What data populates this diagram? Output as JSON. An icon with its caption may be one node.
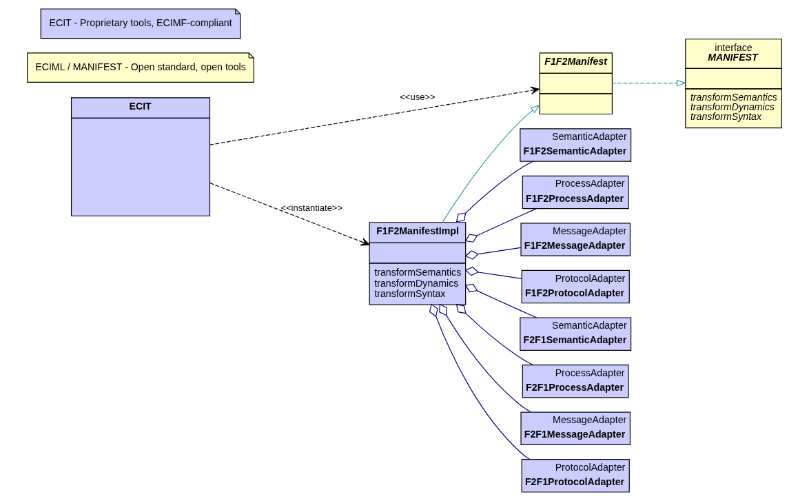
{
  "diagram": {
    "nodes": [
      {
        "text": [
          "ECIT"
        ]
      },
      {
        "text": [
          "F1F2Manifest"
        ]
      },
      {
        "text": [
          "interface",
          "MANIFEST",
          "transformSemantics",
          "transformDynamics",
          "transformSyntax"
        ]
      },
      {
        "text": [
          "F1F2ManifestImpl",
          "transformSemantics",
          "transformDynamics",
          "transformSyntax"
        ]
      },
      {
        "text": [
          "ECIML / MANIFEST - Open standard, open tools"
        ]
      },
      {
        "text": [
          "ECIT - Proprietary tools, ECIMF-compliant"
        ]
      },
      {
        "text": [
          "SemanticAdapter",
          "F1F2SemanticAdapter"
        ]
      },
      {
        "text": [
          "ProcessAdapter",
          "F1F2ProcessAdapter"
        ]
      },
      {
        "text": [
          "MessageAdapter",
          "F1F2MessageAdapter"
        ]
      },
      {
        "text": [
          "ProtocolAdapter",
          "F1F2ProtocolAdapter"
        ]
      },
      {
        "text": [
          "SemanticAdapter",
          "F2F1SemanticAdapter"
        ]
      },
      {
        "text": [
          "ProcessAdapter",
          "F2F1ProcessAdapter"
        ]
      },
      {
        "text": [
          "MessageAdapter",
          "F2F1MessageAdapter"
        ]
      },
      {
        "text": [
          "ProtocolAdapter",
          "F2F1ProtocolAdapter"
        ]
      }
    ],
    "edges": [
      {
        "from": 0,
        "to": 1,
        "arrow": "to",
        "label": "<<use>>",
        "style": "dashed",
        "color": "#000000"
      },
      {
        "from": 0,
        "to": 3,
        "arrow": "to",
        "label": "<<instantiate>>",
        "style": "dashed",
        "color": "#000000"
      },
      {
        "from": 1,
        "to": 2,
        "arrow": "to",
        "style": "dashed",
        "color": "#339999"
      },
      {
        "from": 3,
        "to": 1,
        "arrow": "to",
        "color": "#339999"
      },
      {
        "from": 3,
        "to": 6,
        "arrow": "other"
      },
      {
        "from": 3,
        "to": 7,
        "arrow": "other"
      },
      {
        "from": 3,
        "to": 8,
        "arrow": "other"
      },
      {
        "from": 3,
        "to": 9,
        "arrow": "other"
      },
      {
        "from": 3,
        "to": 10,
        "arrow": "other"
      },
      {
        "from": 3,
        "to": 11,
        "arrow": "other"
      },
      {
        "from": 3,
        "to": 12,
        "arrow": "other"
      },
      {
        "from": 3,
        "to": 13,
        "arrow": "other"
      }
    ]
  }
}
